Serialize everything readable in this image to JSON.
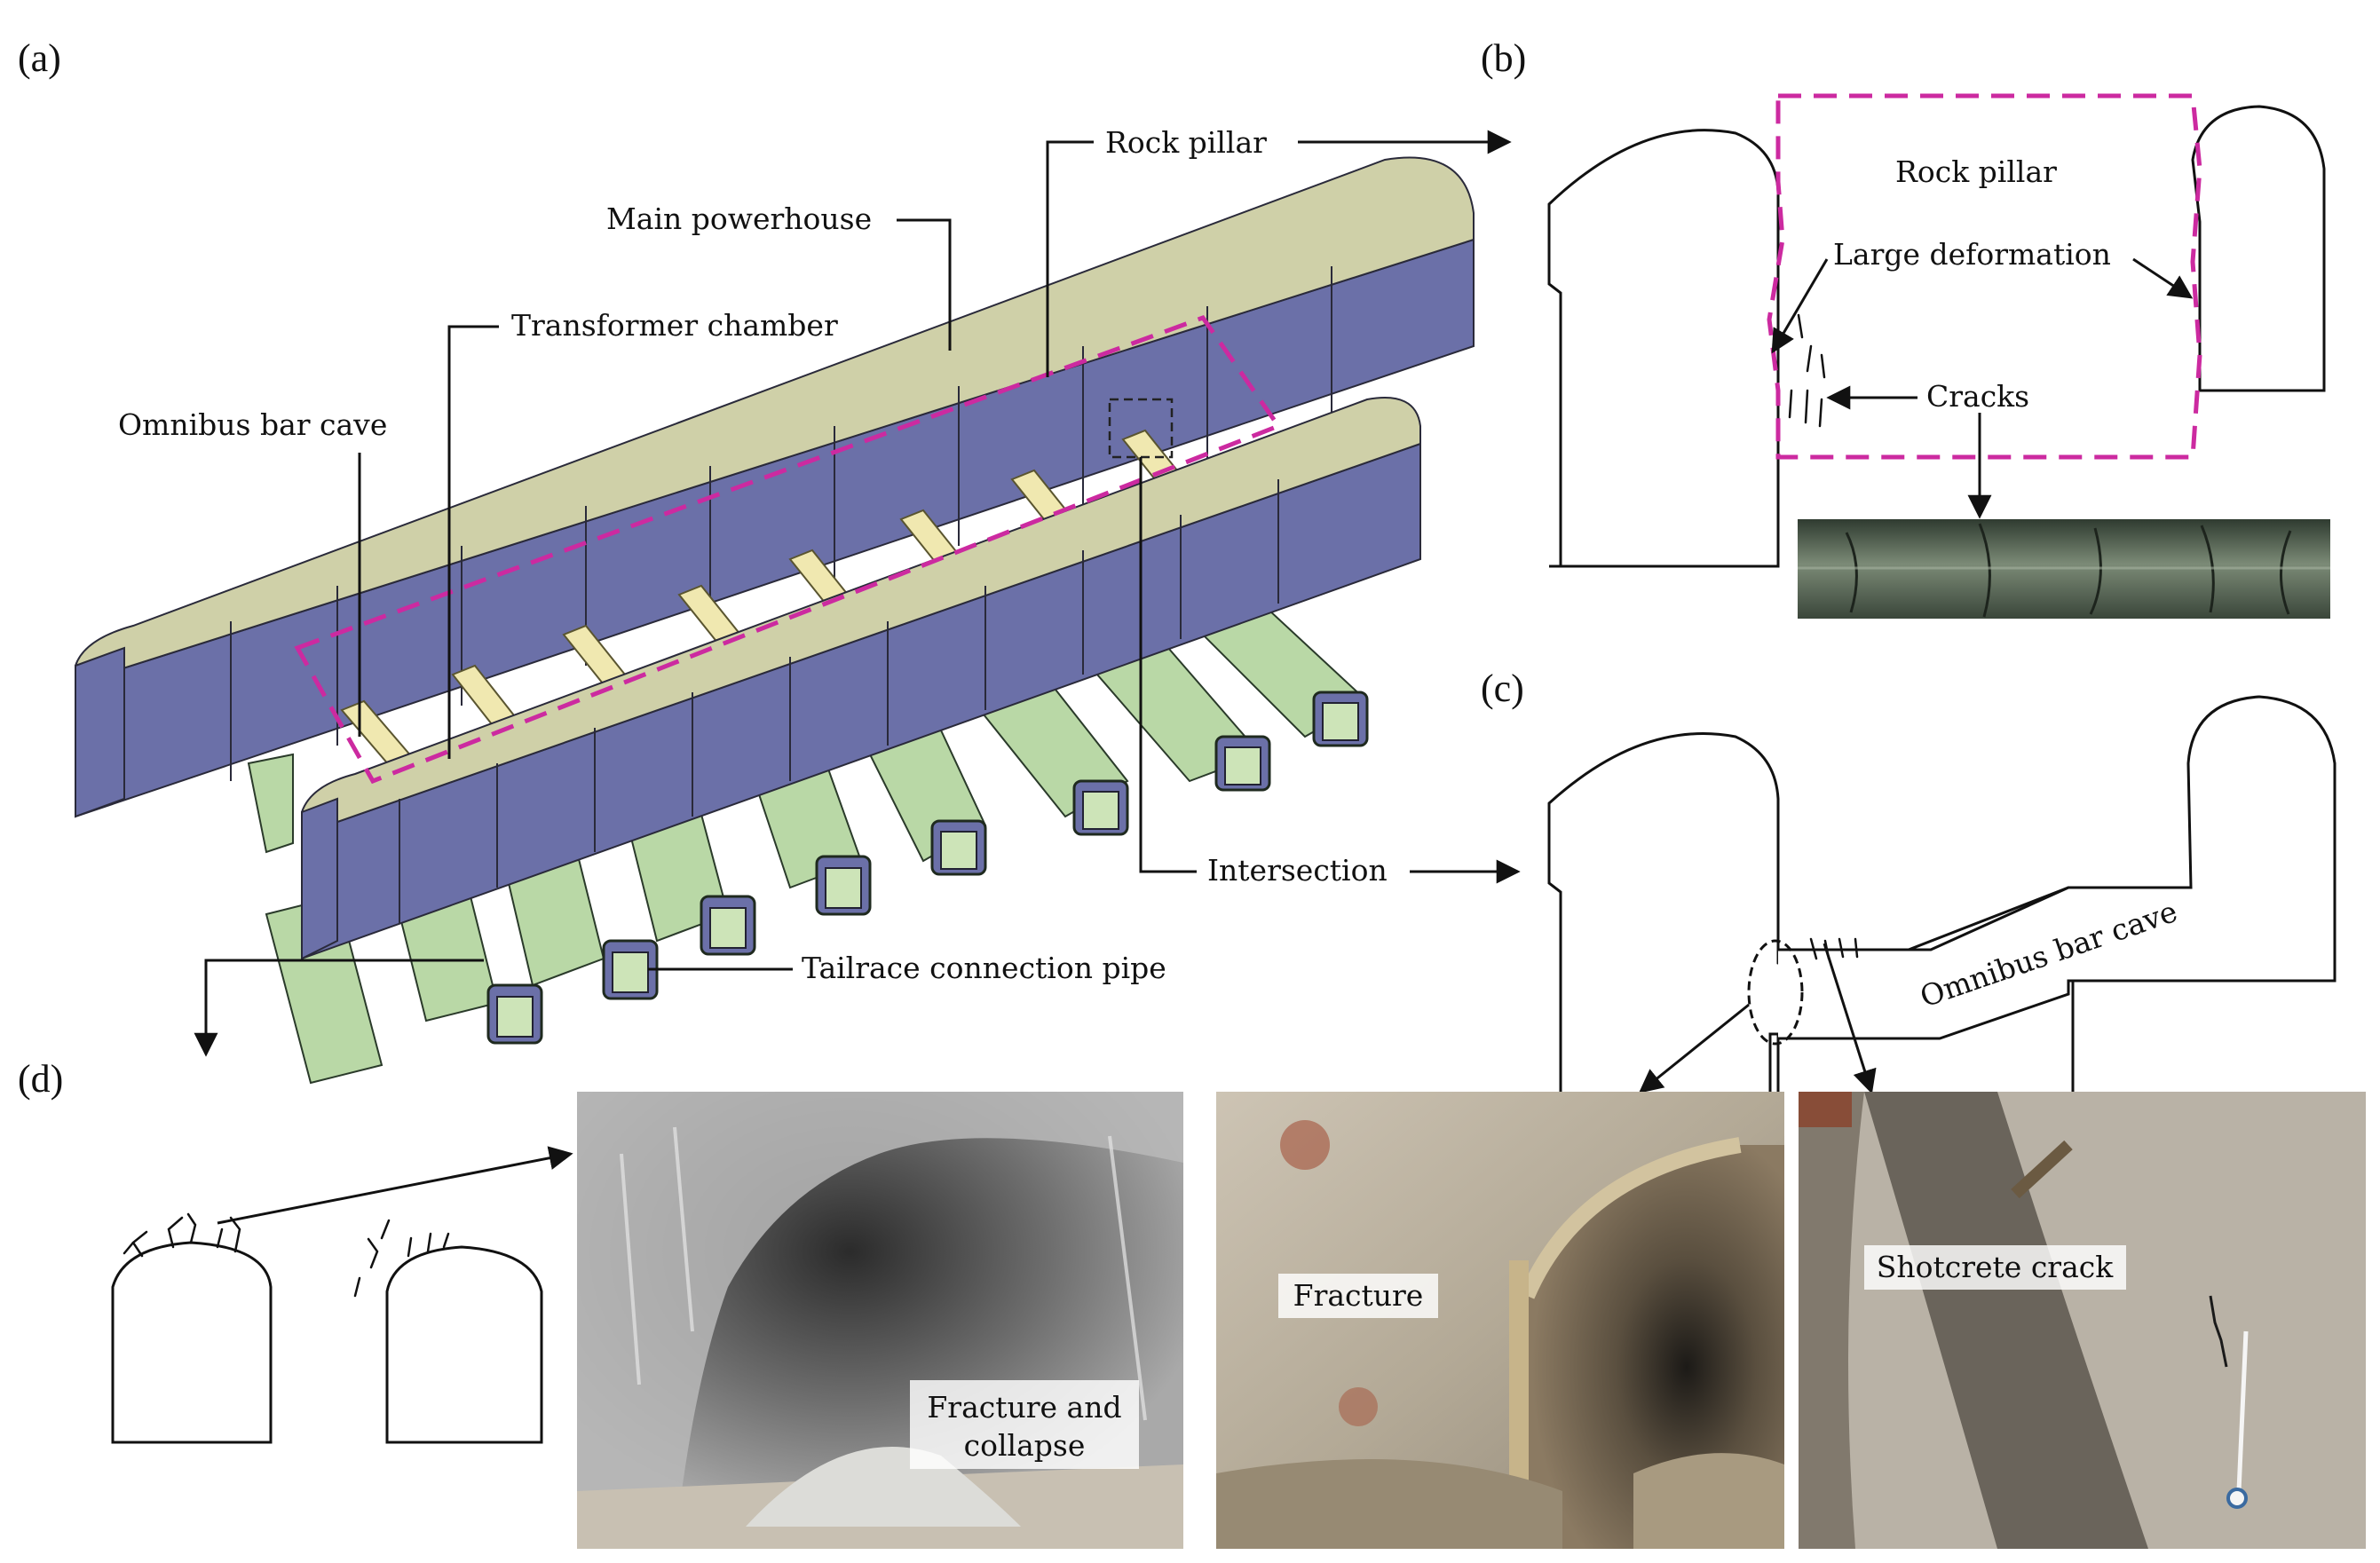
{
  "panels": {
    "a": "(a)",
    "b": "(b)",
    "c": "(c)",
    "d": "(d)"
  },
  "labels": {
    "rock_pillar": "Rock pillar",
    "main_powerhouse": "Main powerhouse",
    "transformer_chamber": "Transformer chamber",
    "omnibus_bar_cave": "Omnibus bar cave",
    "intersection": "Intersection",
    "tailrace_connection_pipe": "Tailrace connection pipe",
    "rock_pillar_b": "Rock pillar",
    "large_deformation": "Large deformation",
    "cracks": "Cracks",
    "omnibus_bar_cave_c": "Omnibus bar cave"
  },
  "photos": {
    "collapse_line1": "Fracture and",
    "collapse_line2": "collapse",
    "fracture": "Fracture",
    "shotcrete_crack": "Shotcrete crack"
  },
  "colors": {
    "dashed_outline": "#cc2aa0",
    "cavern_vault": "#cfd0a8",
    "cavern_wall": "#6b70a8",
    "tailrace_pipe": "#b9d8a6",
    "omnibus_bar": "#f0e8b0"
  }
}
